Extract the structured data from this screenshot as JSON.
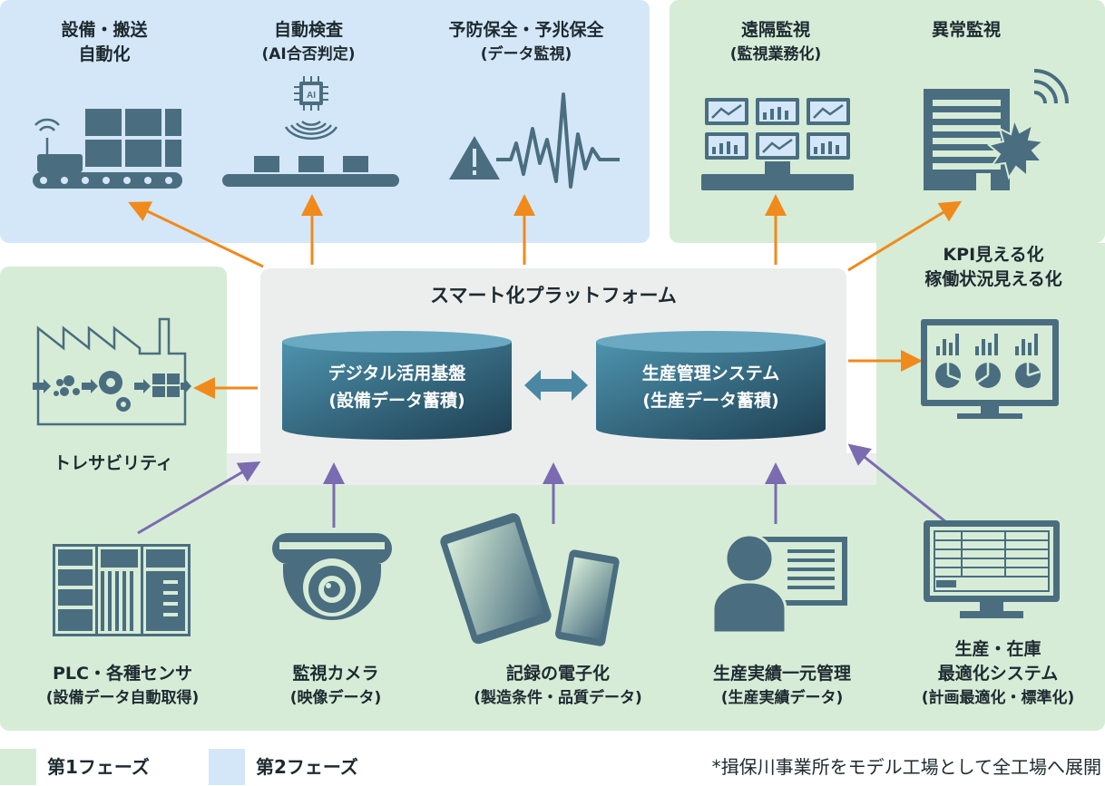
{
  "platform": {
    "title": "スマート化プラットフォーム",
    "db_left": {
      "line1": "デジタル活用基盤",
      "line2": "(設備データ蓄積)"
    },
    "db_right": {
      "line1": "生産管理システム",
      "line2": "(生産データ蓄積)"
    }
  },
  "top_items": [
    {
      "line1": "設備・搬送",
      "line2": "自動化"
    },
    {
      "line1": "自動検査",
      "line2": "(AI合否判定)"
    },
    {
      "line1": "予防保全・予兆保全",
      "line2": "(データ監視)"
    },
    {
      "line1": "遠隔監視",
      "line2": "(監視業務化)"
    },
    {
      "line1": "異常監視"
    }
  ],
  "ai_chip_label": "AI",
  "right_item": {
    "line1": "KPI見える化",
    "line2": "稼働状況見える化"
  },
  "left_item": {
    "line1": "トレサビリティ"
  },
  "bottom_items": [
    {
      "line1": "PLC・各種センサ",
      "line2": "(設備データ自動取得)"
    },
    {
      "line1": "監視カメラ",
      "line2": "(映像データ)"
    },
    {
      "line1": "記録の電子化",
      "line2": "(製造条件・品質データ)"
    },
    {
      "line1": "生産実績一元管理",
      "line2": "(生産実績データ)"
    },
    {
      "line1": "生産・在庫",
      "line2": "最適化システム",
      "line3": "(計画最適化・標準化)"
    }
  ],
  "legend": {
    "phase1": {
      "label": "第1フェーズ",
      "color": "#d6ecd7"
    },
    "phase2": {
      "label": "第2フェーズ",
      "color": "#d4e7f8"
    }
  },
  "note": "*揖保川事業所をモデル工場として全工場へ展開",
  "colors": {
    "icon": "#4a6e80",
    "arrow_orange": "#f08a1a",
    "arrow_purple": "#7b6bb0",
    "db_top": "#4d93ad",
    "db_dark": "#1e3f52"
  }
}
